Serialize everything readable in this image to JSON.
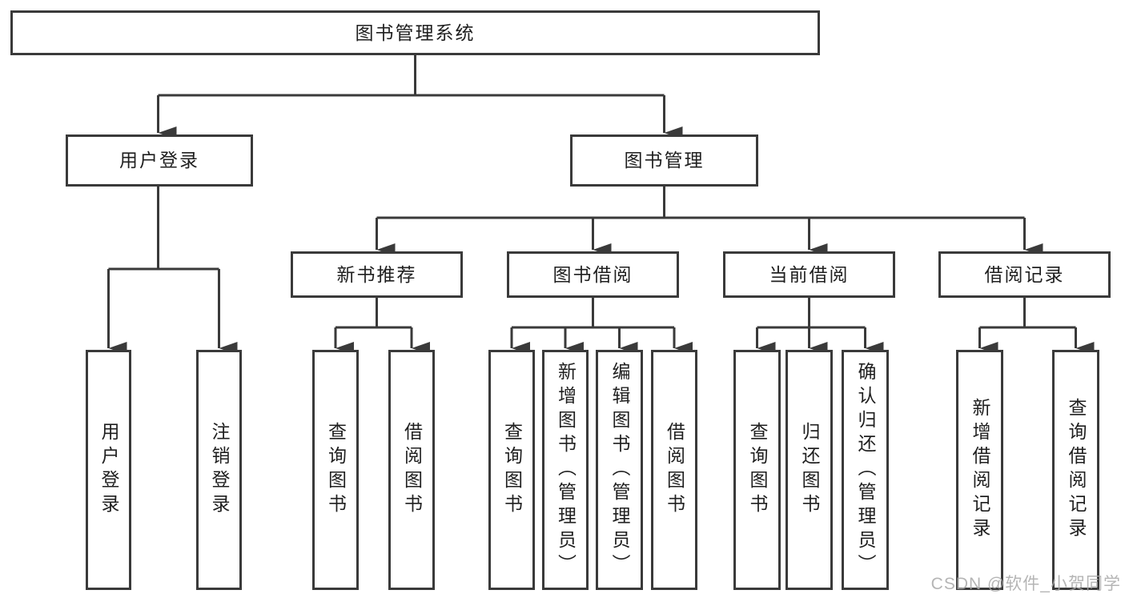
{
  "watermark": "CSDN @软件_小贺同学",
  "colors": {
    "line": "#3a3a3a",
    "box_border": "#3a3a3a",
    "text": "#1f1f1f",
    "watermark": "#a8a8a8",
    "background": "#ffffff"
  },
  "diagram": {
    "type": "hierarchy-tree",
    "edges": [
      [
        "root",
        "user_login"
      ],
      [
        "root",
        "book_mgmt"
      ],
      [
        "user_login",
        "user_login_v"
      ],
      [
        "user_login",
        "logout_v"
      ],
      [
        "book_mgmt",
        "new_book_rec"
      ],
      [
        "book_mgmt",
        "book_borrow"
      ],
      [
        "book_mgmt",
        "current_borrow"
      ],
      [
        "book_mgmt",
        "borrow_record"
      ],
      [
        "new_book_rec",
        "query_book_1"
      ],
      [
        "new_book_rec",
        "borrow_book_1"
      ],
      [
        "book_borrow",
        "query_book_2"
      ],
      [
        "book_borrow",
        "add_book"
      ],
      [
        "book_borrow",
        "edit_book"
      ],
      [
        "book_borrow",
        "borrow_book_2"
      ],
      [
        "current_borrow",
        "query_book_3"
      ],
      [
        "current_borrow",
        "return_book"
      ],
      [
        "current_borrow",
        "confirm_return"
      ],
      [
        "borrow_record",
        "add_borrow_record"
      ],
      [
        "borrow_record",
        "query_borrow_record"
      ]
    ]
  },
  "nodes": {
    "root": {
      "label": "图书管理系统"
    },
    "user_login": {
      "label": "用户登录"
    },
    "book_mgmt": {
      "label": "图书管理"
    },
    "new_book_rec": {
      "label": "新书推荐"
    },
    "book_borrow": {
      "label": "图书借阅"
    },
    "current_borrow": {
      "label": "当前借阅"
    },
    "borrow_record": {
      "label": "借阅记录"
    },
    "user_login_v": {
      "label": "用户登录"
    },
    "logout_v": {
      "label": "注销登录"
    },
    "query_book_1": {
      "label": "查询图书"
    },
    "borrow_book_1": {
      "label": "借阅图书"
    },
    "query_book_2": {
      "label": "查询图书"
    },
    "add_book": {
      "label": "新增图书（管理员）"
    },
    "edit_book": {
      "label": "编辑图书（管理员）"
    },
    "borrow_book_2": {
      "label": "借阅图书"
    },
    "query_book_3": {
      "label": "查询图书"
    },
    "return_book": {
      "label": "归还图书"
    },
    "confirm_return": {
      "label": "确认归还（管理员）"
    },
    "add_borrow_record": {
      "label": "新增借阅记录"
    },
    "query_borrow_record": {
      "label": "查询借阅记录"
    }
  }
}
